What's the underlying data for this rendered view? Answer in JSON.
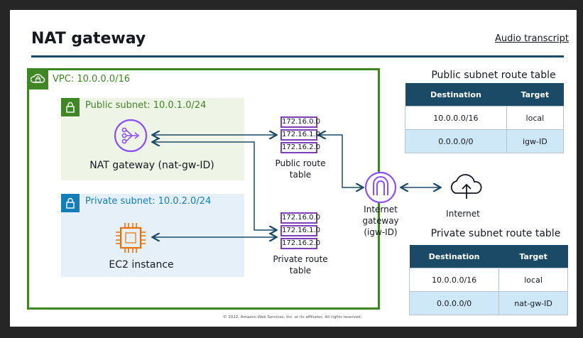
{
  "header": {
    "title": "NAT gateway",
    "audio_link": "Audio transcript"
  },
  "vpc": {
    "label": "VPC: 10.0.0.0/16"
  },
  "public_subnet": {
    "label": "Public subnet: 10.0.1.0/24",
    "node_label": "NAT gateway (nat-gw-ID)"
  },
  "private_subnet": {
    "label": "Private subnet: 10.0.2.0/24",
    "node_label": "EC2 instance"
  },
  "public_route_table": {
    "entries": [
      "172.16.0.0",
      "172.16.1.0",
      "172.16.2.0"
    ],
    "label_line1": "Public route",
    "label_line2": "table"
  },
  "private_route_table": {
    "entries": [
      "172.16.0.0",
      "172.16.1.0",
      "172.16.2.0"
    ],
    "label_line1": "Private route",
    "label_line2": "table"
  },
  "internet_gateway": {
    "line1": "Internet",
    "line2": "gateway",
    "line3": "(igw-ID)"
  },
  "internet": {
    "label": "Internet"
  },
  "public_table": {
    "title": "Public subnet route table",
    "headers": [
      "Destination",
      "Target"
    ],
    "rows": [
      [
        "10.0.0.0/16",
        "local"
      ],
      [
        "0.0.0.0/0",
        "igw-ID"
      ]
    ]
  },
  "private_table": {
    "title": "Private subnet route table",
    "headers": [
      "Destination",
      "Target"
    ],
    "rows": [
      [
        "10.0.0.0/16",
        "local"
      ],
      [
        "0.0.0.0/0",
        "nat-gw-ID"
      ]
    ]
  },
  "footer": {
    "copyright": "© 2022, Amazon Web Services, Inc. or its affiliates. All rights reserved."
  },
  "colors": {
    "vpc_green": "#3f8624",
    "private_blue": "#147eba",
    "nat_purple": "#8c4fff",
    "ec2_orange": "#ed7100",
    "header_navy": "#1b4a66",
    "arrow": "#1b4a66"
  },
  "icons": {
    "vpc": "cloud-lock-icon",
    "subnet": "lock-icon",
    "nat": "nat-gateway-icon",
    "ec2": "chip-icon",
    "igw": "internet-gateway-icon",
    "internet": "cloud-upload-icon"
  }
}
